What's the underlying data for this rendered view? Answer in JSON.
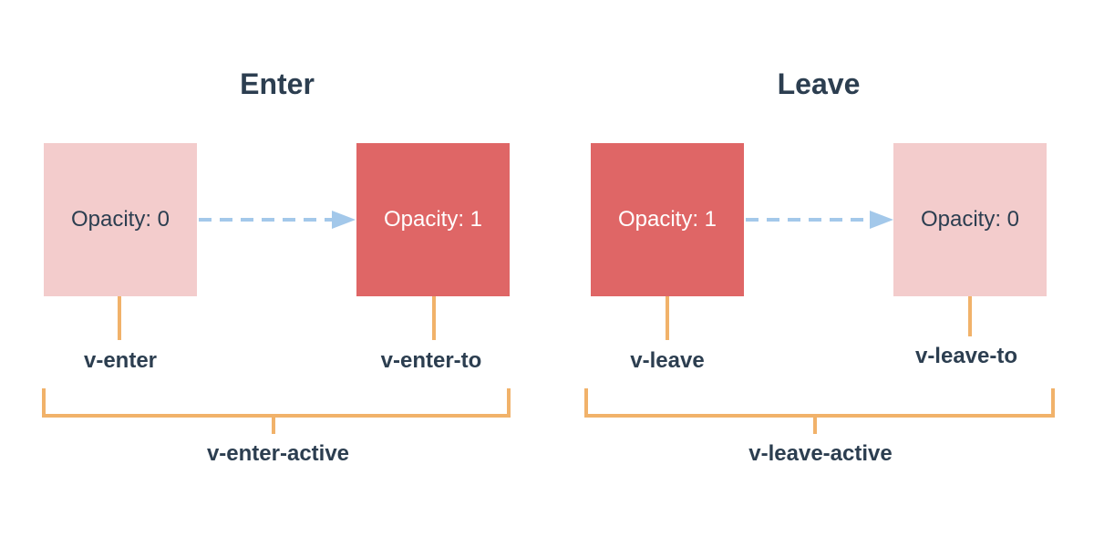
{
  "colors": {
    "faded_box": "#f3cccc",
    "solid_box": "#df6666",
    "arrow": "#a3c8ea",
    "bracket": "#f1b26a",
    "text_dark": "#2c3e50",
    "text_light": "#ffffff"
  },
  "enter": {
    "title": "Enter",
    "from_box": "Opacity: 0",
    "to_box": "Opacity: 1",
    "from_label": "v-enter",
    "to_label": "v-enter-to",
    "active_label": "v-enter-active"
  },
  "leave": {
    "title": "Leave",
    "from_box": "Opacity: 1",
    "to_box": "Opacity: 0",
    "from_label": "v-leave",
    "to_label": "v-leave-to",
    "active_label": "v-leave-active"
  }
}
